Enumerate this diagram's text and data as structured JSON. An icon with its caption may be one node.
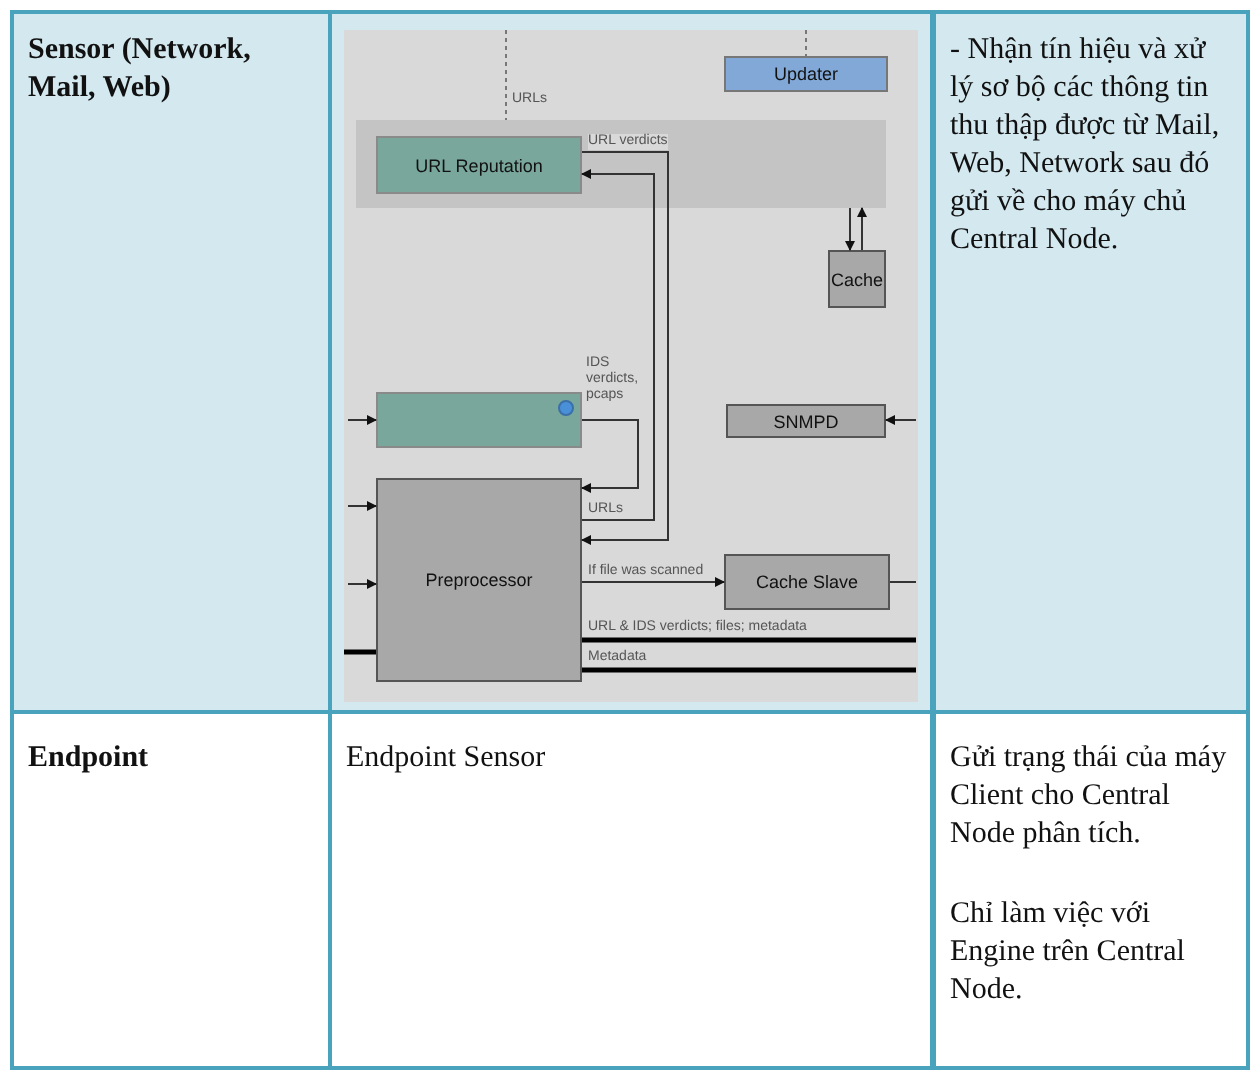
{
  "diagram": {
    "nodes": [
      {
        "text": [],
        "shape": "band"
      },
      {
        "text": [
          "URL Reputation"
        ],
        "in": 0
      },
      {
        "text": [
          "Updater"
        ]
      },
      {
        "text": [
          "Cache"
        ]
      },
      {
        "text": [],
        "shape": "box"
      },
      {
        "text": [
          "SNMPD"
        ]
      },
      {
        "text": [
          "Preprocessor"
        ]
      },
      {
        "text": [
          "Cache Slave"
        ]
      }
    ],
    "edges": [
      {
        "from": null,
        "to": 0,
        "arrow": "none",
        "label": "URLs",
        "style": "dashed"
      },
      {
        "from": null,
        "to": 2,
        "arrow": "none",
        "style": "dashed"
      },
      {
        "from": 0,
        "to": 3,
        "arrow": "to"
      },
      {
        "from": 3,
        "to": 0,
        "arrow": "to"
      },
      {
        "from": 1,
        "to": 6,
        "arrow": "to",
        "label": "URL verdicts"
      },
      {
        "from": 6,
        "to": 1,
        "arrow": "to",
        "label": "URLs"
      },
      {
        "from": 4,
        "to": 6,
        "arrow": "to",
        "label": "IDS verdicts, pcaps"
      },
      {
        "from": null,
        "to": 4,
        "arrow": "to"
      },
      {
        "from": null,
        "to": 6,
        "arrow": "to"
      },
      {
        "from": null,
        "to": 6,
        "arrow": "to"
      },
      {
        "from": null,
        "to": 6,
        "arrow": "none",
        "style": "thick"
      },
      {
        "from": null,
        "to": 5,
        "arrow": "to"
      },
      {
        "from": 6,
        "to": 7,
        "arrow": "to",
        "label": "If file was scanned"
      },
      {
        "from": 7,
        "to": null,
        "arrow": "none"
      },
      {
        "from": 6,
        "to": null,
        "arrow": "none",
        "label": "URL & IDS verdicts; files; metadata",
        "style": "thick"
      },
      {
        "from": 6,
        "to": null,
        "arrow": "none",
        "label": "Metadata",
        "style": "thick"
      }
    ],
    "labels": [
      "Sensor (Network, Mail, Web)",
      "- Nhận tín hiệu và xử lý sơ bộ các thông tin thu thập được từ Mail, Web, Network sau đó gửi về cho máy chủ Central Node.",
      "Endpoint",
      "Endpoint Sensor",
      "Gửi trạng thái của máy Client cho Central Node phân tích.",
      "Chỉ làm việc với Engine trên Central Node."
    ]
  }
}
